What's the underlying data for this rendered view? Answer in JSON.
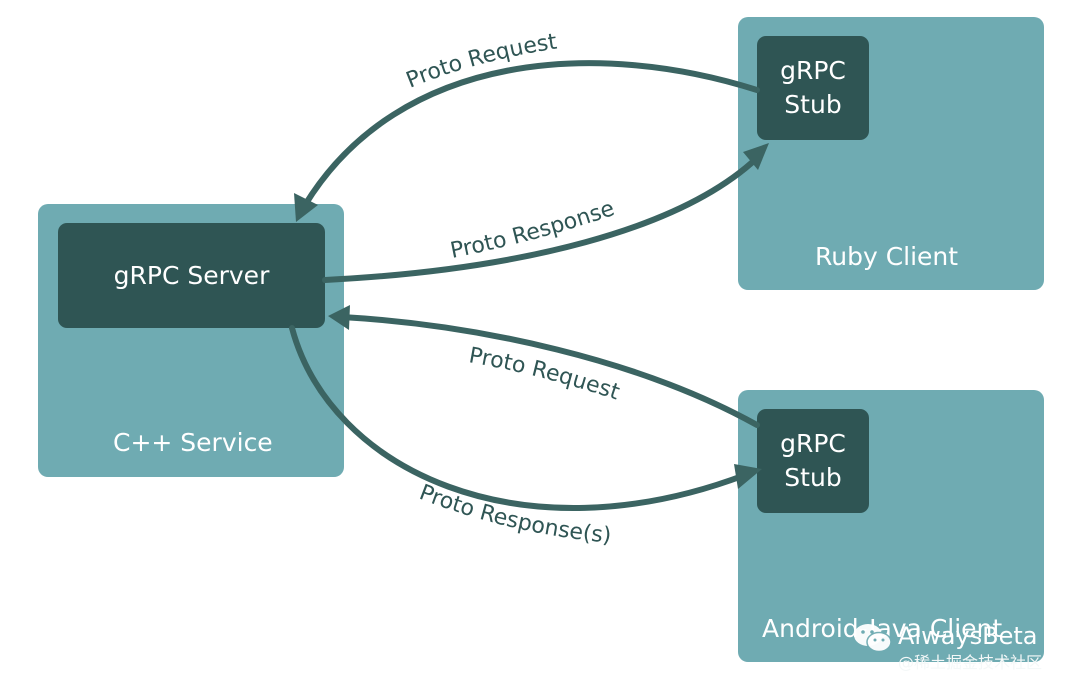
{
  "service": {
    "outer_label": "C++ Service",
    "server_label": "gRPC Server"
  },
  "ruby": {
    "outer_label": "Ruby Client",
    "stub_line1": "gRPC",
    "stub_line2": "Stub"
  },
  "android": {
    "outer_label": "Android-Java Client",
    "stub_line1": "gRPC",
    "stub_line2": "Stub"
  },
  "arrows": {
    "ruby_request": "Proto Request",
    "ruby_response": "Proto Response",
    "android_request": "Proto Request",
    "android_response": "Proto Response(s)"
  },
  "watermark": {
    "name": "AlwaysBeta",
    "site": "@稀土掘金技术社区"
  },
  "colors": {
    "box_light": "#6fabb2",
    "box_dark": "#2f5554",
    "arrow": "#3b6462"
  }
}
